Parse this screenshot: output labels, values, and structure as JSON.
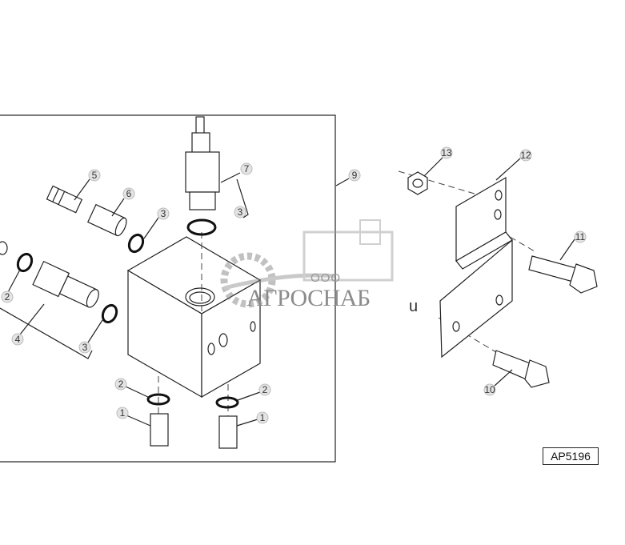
{
  "figure_code": "AP5196",
  "watermark": {
    "prefix": "ООО",
    "brand": "АГРОСНАБ"
  },
  "stray_text": "u",
  "callouts": [
    {
      "id": "c13",
      "label": "13"
    },
    {
      "id": "c12",
      "label": "12"
    },
    {
      "id": "c11",
      "label": "11"
    },
    {
      "id": "c10",
      "label": "10"
    },
    {
      "id": "c9",
      "label": "9"
    },
    {
      "id": "c7",
      "label": "7"
    },
    {
      "id": "c5",
      "label": "5"
    },
    {
      "id": "c6",
      "label": "6"
    },
    {
      "id": "c3a",
      "label": "3"
    },
    {
      "id": "c3b",
      "label": "3"
    },
    {
      "id": "c2a",
      "label": "2"
    },
    {
      "id": "c4",
      "label": "4"
    },
    {
      "id": "c3c",
      "label": "3"
    },
    {
      "id": "c2b",
      "label": "2"
    },
    {
      "id": "c2c",
      "label": "2"
    },
    {
      "id": "c1a",
      "label": "1"
    },
    {
      "id": "c1b",
      "label": "1"
    }
  ]
}
